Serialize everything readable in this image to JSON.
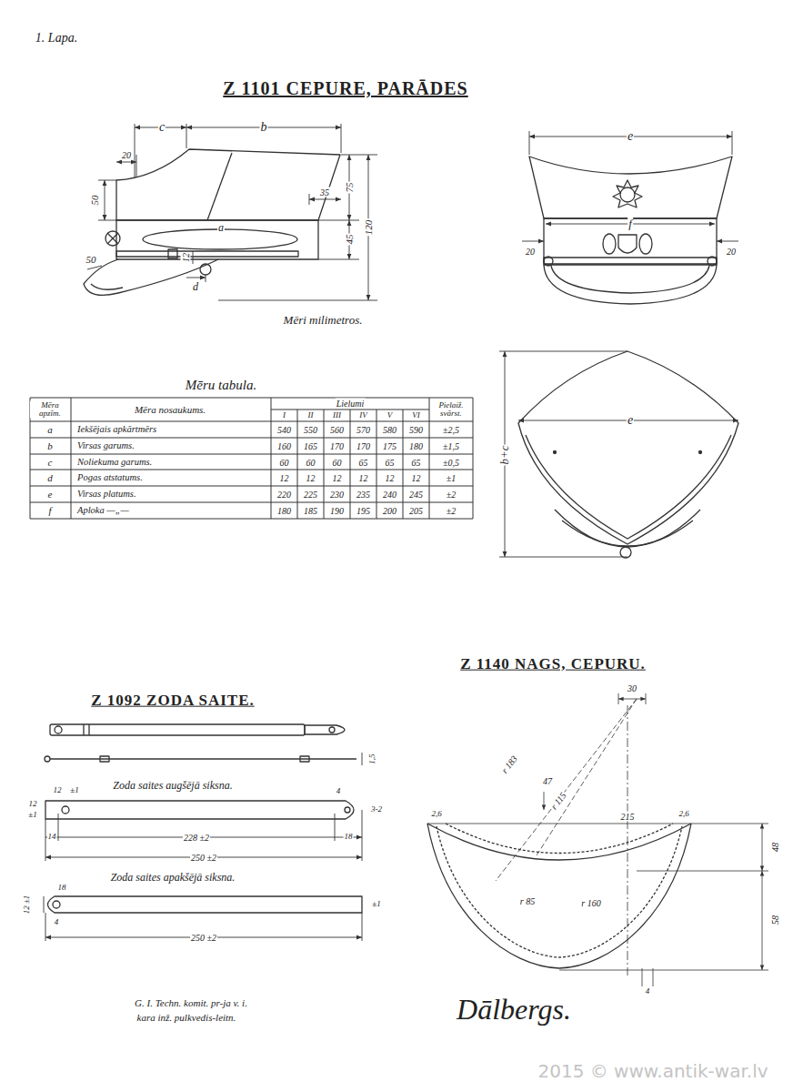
{
  "diagram": {
    "title": "Z 1101 CEPURE, PARĀDES",
    "labels": [
      "1. Lapa.",
      "c",
      "b",
      "20",
      "50",
      "35",
      "75",
      "120",
      "45",
      "a",
      "12",
      "d",
      "50",
      "e",
      "f",
      "20",
      "20",
      "Mēri milimetros.",
      "Mēru tabula.",
      "e",
      "b+c",
      "Mēra apzīm.",
      "Mēra nosaukums.",
      "Lielumi",
      "I",
      "II",
      "III",
      "IV",
      "V",
      "VI",
      "Pielaiž. svārst.",
      "a",
      "Iekšējais apkārtmērs",
      "540",
      "550",
      "560",
      "570",
      "580",
      "590",
      "±2,5",
      "b",
      "Virsas garums.",
      "160",
      "165",
      "170",
      "170",
      "175",
      "180",
      "±1,5",
      "c",
      "Noliekuma garums.",
      "60",
      "60",
      "60",
      "65",
      "65",
      "65",
      "±0,5",
      "d",
      "Pogas atstatums.",
      "12",
      "12",
      "12",
      "12",
      "12",
      "12",
      "±1",
      "e",
      "Virsas platums.",
      "220",
      "225",
      "230",
      "235",
      "240",
      "245",
      "±2",
      "f",
      "Aploka —„—",
      "180",
      "185",
      "190",
      "195",
      "200",
      "205",
      "±2",
      "Z 1092 ZODA SAITE.",
      "1,5",
      "Zoda saites augšējā siksna.",
      "12",
      "±1",
      "12",
      "±1",
      "4",
      "3-2",
      "14",
      "228 ±2",
      "18",
      "250 ±2",
      "Zoda saites apakšējā siksna.",
      "18",
      "12 ±1",
      "4",
      "±1",
      "250 ±2",
      "Z 1140 NAGS, CEPURU.",
      "30",
      "r 183",
      "47",
      "r 115",
      "2,6",
      "215",
      "2,6",
      "r 85",
      "r 160",
      "48",
      "58",
      "4",
      "G. I. Techn. komit. pr-ja v. i.",
      "kara inž. pulkvedis-leitn.",
      "Dālbergs.",
      "2015 © www.antik-war.lv"
    ]
  }
}
